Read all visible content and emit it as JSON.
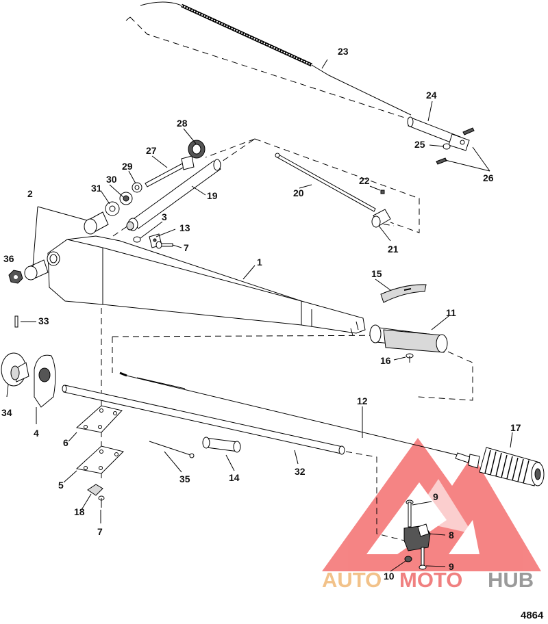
{
  "figure_number": "4864",
  "watermark": {
    "text_1": "AUTO",
    "text_2": "MOTO",
    "text_3": "HUB",
    "color_auto": "#f2c28a",
    "color_moto": "#f08080",
    "color_hub": "#9a9a9a",
    "logo_color": "#f25c5c"
  },
  "callouts": {
    "c1": "1",
    "c2": "2",
    "c3": "3",
    "c4": "4",
    "c5": "5",
    "c6": "6",
    "c7a": "7",
    "c7b": "7",
    "c8": "8",
    "c9a": "9",
    "c9b": "9",
    "c10": "10",
    "c11": "11",
    "c12": "12",
    "c13": "13",
    "c14": "14",
    "c15": "15",
    "c16": "16",
    "c17": "17",
    "c18": "18",
    "c19": "19",
    "c20": "20",
    "c21": "21",
    "c22": "22",
    "c23": "23",
    "c24": "24",
    "c25": "25",
    "c26": "26",
    "c27": "27",
    "c28": "28",
    "c29": "29",
    "c30": "30",
    "c31": "31",
    "c32": "32",
    "c33": "33",
    "c34": "34",
    "c35": "35",
    "c36": "36"
  }
}
